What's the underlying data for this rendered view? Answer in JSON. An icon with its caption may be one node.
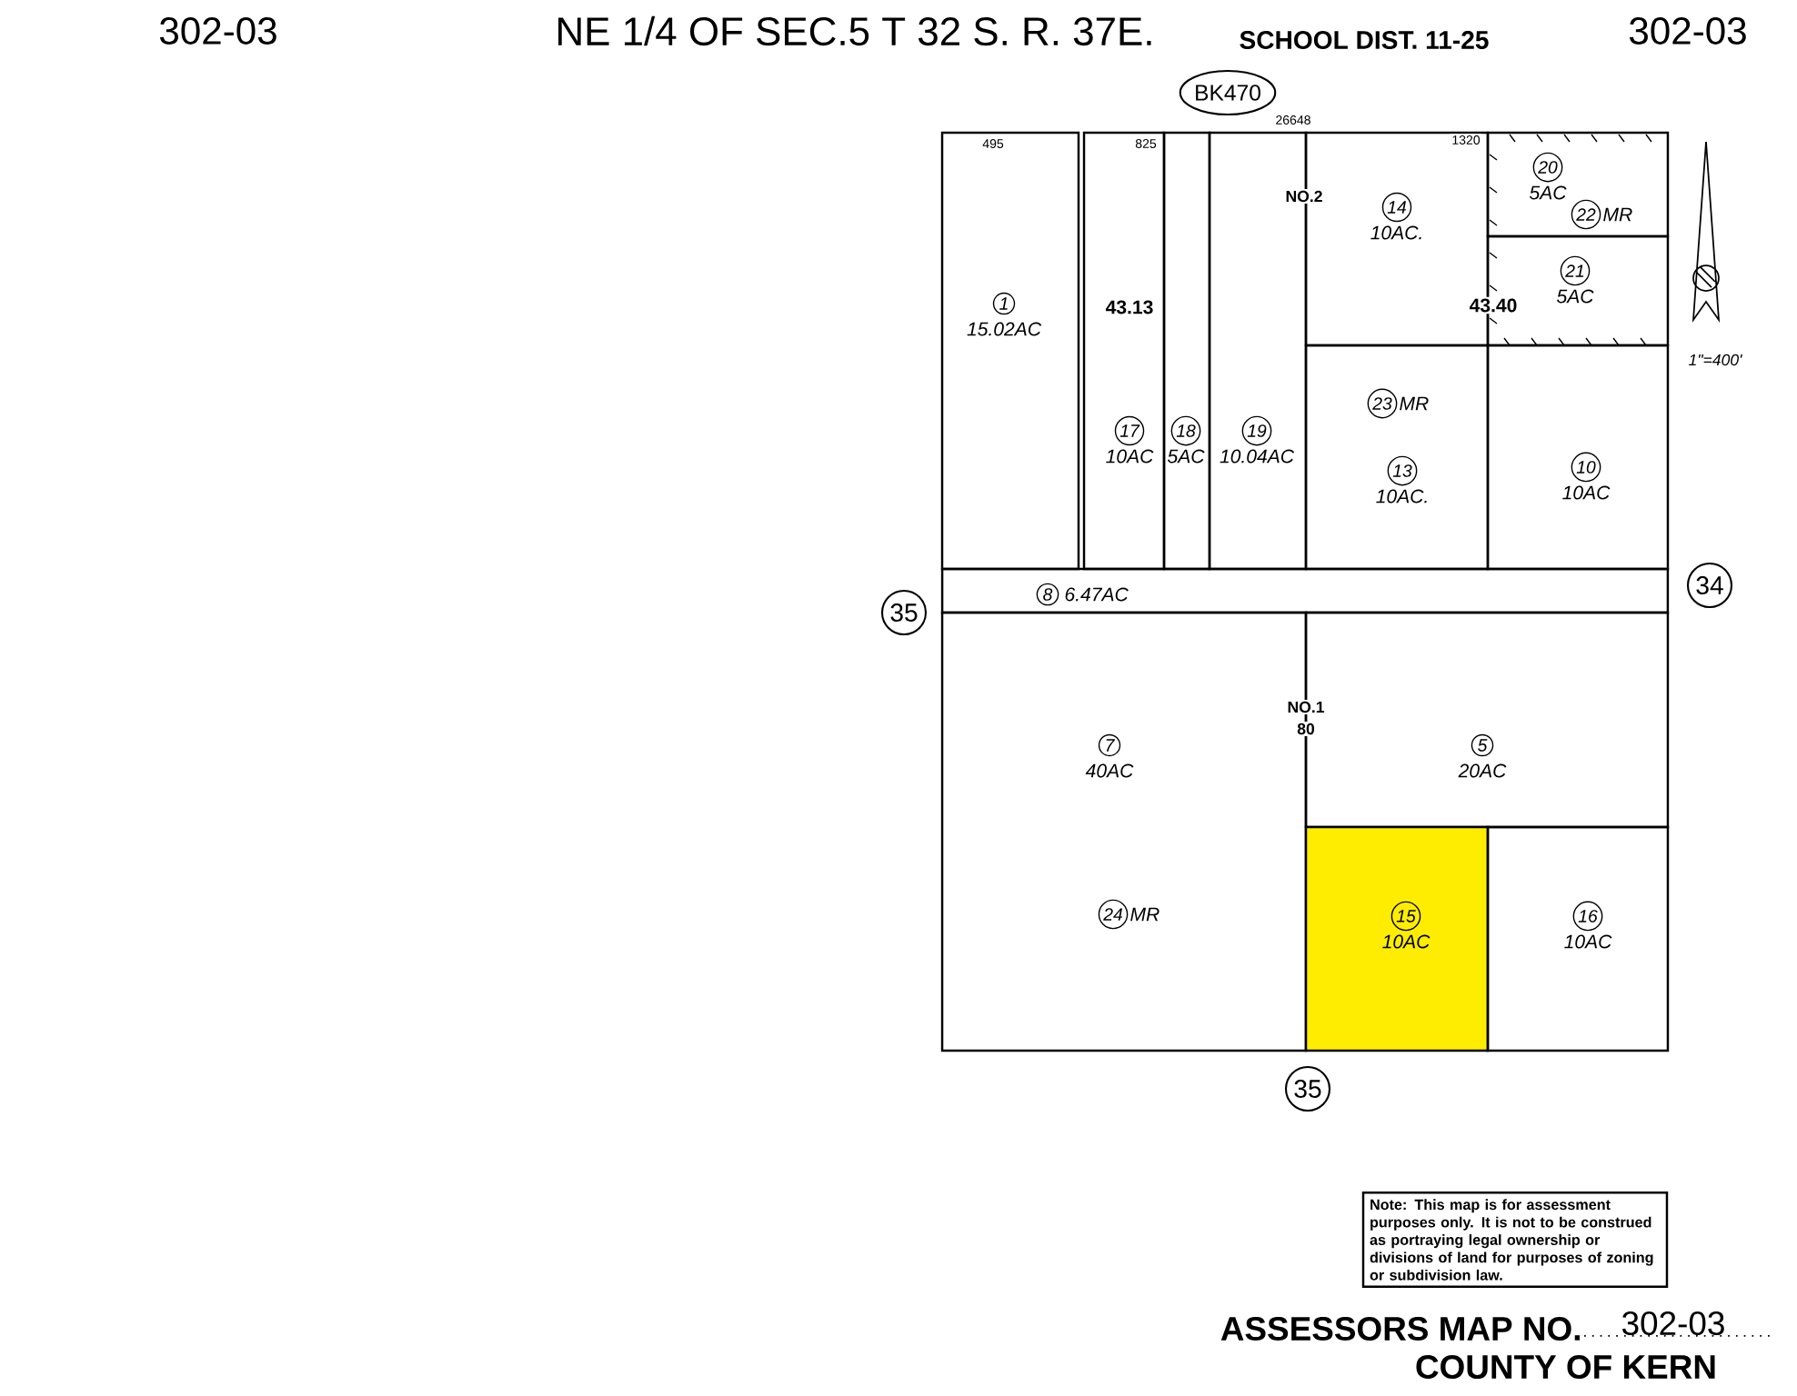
{
  "diagram": {
    "title": "NE 1/4 OF SEC.5 T 32 S. R. 37E.",
    "nodes": [
      {
        "text": [
          "1",
          "15.02AC"
        ]
      },
      {
        "text": [
          "17",
          "10AC"
        ]
      },
      {
        "text": [
          "18",
          "5AC"
        ]
      },
      {
        "text": [
          "19",
          "10.04AC"
        ]
      },
      {
        "text": [
          "14",
          "10AC."
        ]
      },
      {
        "text": [
          "20",
          "5AC",
          "22",
          "MR"
        ]
      },
      {
        "text": [
          "21",
          "5AC"
        ]
      },
      {
        "text": [
          "23",
          "MR",
          "13",
          "10AC."
        ]
      },
      {
        "text": [
          "10",
          "10AC"
        ]
      },
      {
        "text": [
          "8",
          "6.47AC"
        ]
      },
      {
        "text": [
          "7",
          "40AC",
          "24",
          "MR"
        ]
      },
      {
        "text": [
          "5",
          "20AC"
        ]
      },
      {
        "text": [
          "15",
          "10AC"
        ]
      },
      {
        "text": [
          "16",
          "10AC"
        ]
      },
      {
        "text": [
          "Note: This map is for assessment purposes only. It is not to be construed as portraying legal ownership or divisions of land for purposes of zoning or subdivision law."
        ]
      },
      {
        "text": [
          "BK470"
        ]
      },
      {
        "text": [
          "35"
        ]
      },
      {
        "text": [
          "34"
        ]
      },
      {
        "text": [
          "35"
        ]
      }
    ],
    "labels": [
      "302-03",
      "SCHOOL DIST. 11-25",
      "302-03",
      "26648",
      "495",
      "825",
      "1320",
      "NO.2",
      "43.13",
      "43.40",
      "1\"=400'",
      "NO.1",
      "80",
      "ASSESSORS MAP NO.",
      "302-03",
      "COUNTY OF KERN"
    ]
  }
}
